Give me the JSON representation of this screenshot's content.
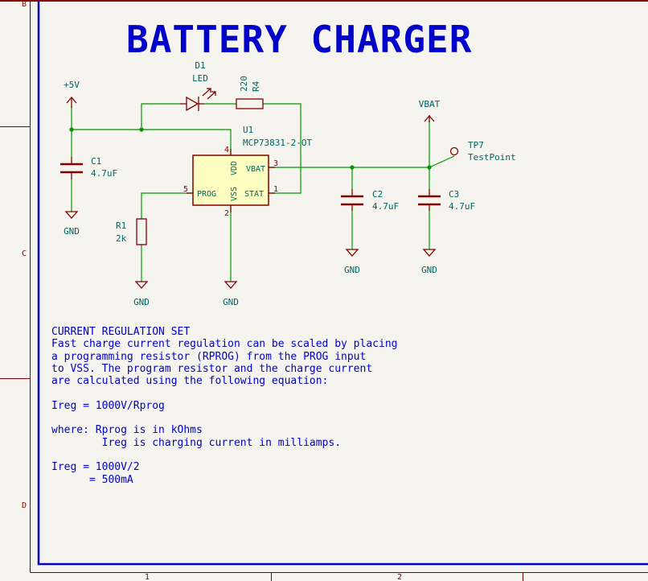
{
  "title": "BATTERY CHARGER",
  "frame": {
    "row_labels": [
      "B",
      "C",
      "D"
    ],
    "col_labels": [
      "1",
      "2"
    ]
  },
  "components": {
    "d1": {
      "ref": "D1",
      "value": "LED"
    },
    "r4": {
      "ref": "R4",
      "value": "220"
    },
    "u1": {
      "ref": "U1",
      "value": "MCP73831-2-OT",
      "pins": {
        "vdd_num": "4",
        "vdd": "VDD",
        "vbat_num": "3",
        "vbat": "VBAT",
        "prog_num": "5",
        "prog": "PROG",
        "stat_num": "1",
        "stat": "STAT",
        "vss_num": "2",
        "vss": "VSS"
      }
    },
    "c1": {
      "ref": "C1",
      "value": "4.7uF"
    },
    "c2": {
      "ref": "C2",
      "value": "4.7uF"
    },
    "c3": {
      "ref": "C3",
      "value": "4.7uF"
    },
    "r1": {
      "ref": "R1",
      "value": "2k"
    },
    "tp7": {
      "ref": "TP7",
      "value": "TestPoint"
    }
  },
  "power": {
    "p5v": "+5V",
    "vbat": "VBAT",
    "gnd_c1": "GND",
    "gnd_r1": "GND",
    "gnd_u1": "GND",
    "gnd_c2": "GND",
    "gnd_c3": "GND"
  },
  "note": {
    "heading": "CURRENT REGULATION SET",
    "body": [
      "Fast charge current regulation can be scaled by placing",
      "a programming resistor (RPROG) from the PROG input",
      "to VSS. The program resistor and the charge current",
      "are calculated using the following equation:",
      "",
      "Ireg = 1000V/Rprog",
      "",
      "where: Rprog is in kOhms",
      "        Ireg is charging current in milliamps.",
      "",
      "Ireg = 1000V/2",
      "      = 500mA"
    ]
  },
  "colors": {
    "background": "#f5f4ef",
    "wire": "#009600",
    "symbol": "#840000",
    "symbol_fill": "#ffffc2",
    "text": "#006464",
    "title": "#0000c8",
    "frame": "#840000"
  }
}
